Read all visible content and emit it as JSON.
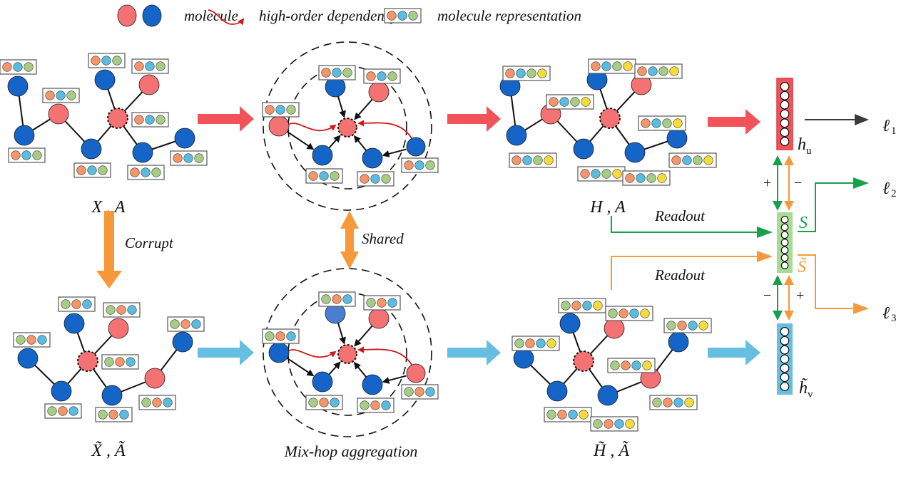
{
  "colors": {
    "node_red": "#F47174",
    "node_blue": "#1565C8",
    "node_blue_light": "#4A7FD0",
    "feat_orange": "#F4956A",
    "feat_blue": "#5BBCE0",
    "feat_green": "#A7CC85",
    "feat_yellow": "#F5DC3C",
    "arrow_red": "#F2535A",
    "arrow_cyan": "#66BFE0",
    "arrow_orange": "#F7993B",
    "line_green": "#16A04A",
    "line_orange": "#F7993B",
    "line_dark": "#3A3A3A",
    "hu_fill": "#F2535A",
    "s_fill": "#A8DB94",
    "hv_fill": "#66BFE0",
    "high_order": "#D01818"
  },
  "legend": {
    "molecule_label": "molecule",
    "dependency_label": "high-order dependency",
    "representation_label": "molecule representation",
    "molecule_icon": "molecule-pair-icon",
    "dependency_icon": "red-curved-arrow-icon",
    "representation_icon": "feature-vector-icon"
  },
  "stages": {
    "input_graph": {
      "caption_main": "X , A"
    },
    "corrupted_graph": {
      "caption_main": "X̃ , Ã"
    },
    "encoder": {
      "caption": "Mix-hop aggregation"
    },
    "output_graph": {
      "caption_main": "H , A"
    },
    "corrupted_output_graph": {
      "caption_main": "H̃ , Ã"
    }
  },
  "flow_labels": {
    "corrupt": "Corrupt",
    "shared": "Shared",
    "readout_top": "Readout",
    "readout_bottom": "Readout"
  },
  "embeddings": {
    "hu": {
      "base": "h",
      "sub": "u",
      "cells": 7
    },
    "s": {
      "base": "S",
      "cells": 7
    },
    "s_tilde": {
      "base": "S̃"
    },
    "hv": {
      "base": "h̃",
      "sub": "v",
      "cells": 7
    }
  },
  "contrast_signs": {
    "top_left": "+",
    "top_right": "−",
    "bottom_left": "−",
    "bottom_right": "+"
  },
  "losses": [
    {
      "base": "ℓ",
      "sub": "1"
    },
    {
      "base": "ℓ",
      "sub": "2"
    },
    {
      "base": "ℓ",
      "sub": "3"
    }
  ],
  "feature_sets": {
    "orig3": [
      "orange",
      "blue",
      "green"
    ],
    "corr3": [
      "green",
      "orange",
      "blue"
    ],
    "orig4": [
      "orange",
      "blue",
      "green",
      "yellow"
    ],
    "corr4": [
      "green",
      "orange",
      "blue",
      "yellow"
    ]
  }
}
